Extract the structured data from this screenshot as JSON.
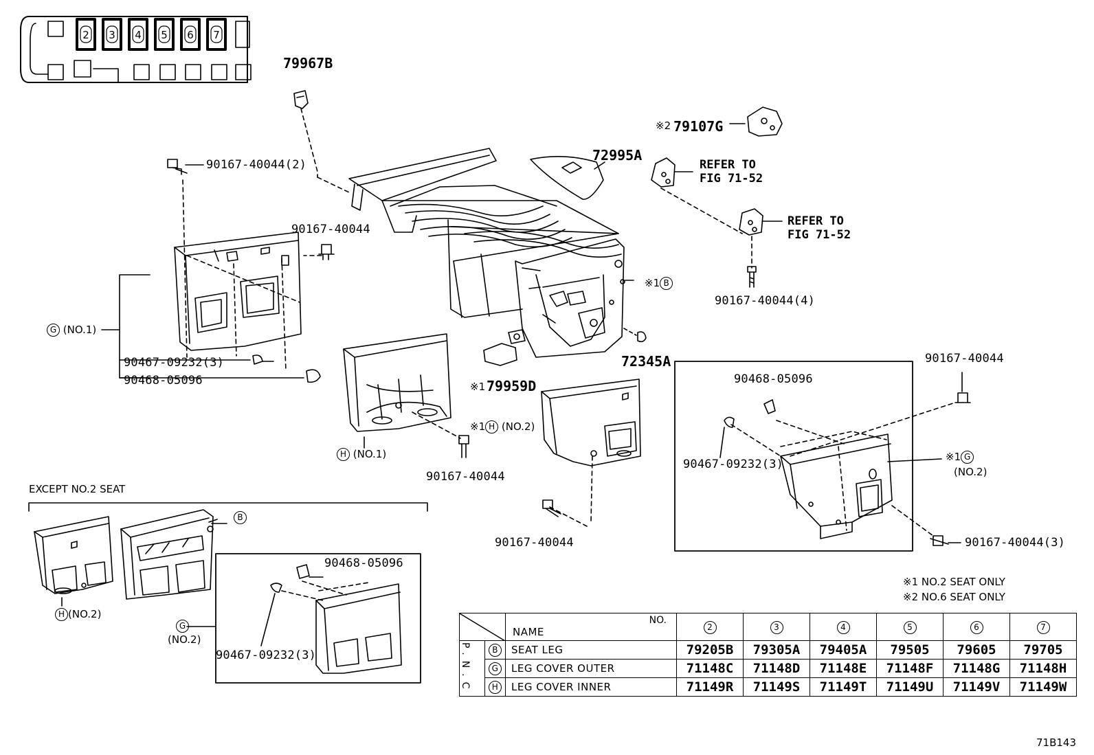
{
  "labels": {
    "p79967B": "79967B",
    "p79107G_mark": "※2",
    "p79107G": "79107G",
    "p72995A": "72995A",
    "refer1": "REFER TO\nFIG 71-52",
    "refer2": "REFER TO\nFIG 71-52",
    "b1": "90167-40044(2)",
    "b2": "90167-40044",
    "b3": "90167-40044(4)",
    "b4": "90167-40044",
    "b5": "90167-40044",
    "b6": "90167-40044(3)",
    "b7": "90167-40044",
    "gno1": "(NO.1)",
    "c1": "90467-09232(3)",
    "c2": "90468-05096",
    "note1b_mark": "※1",
    "p72345A": "72345A",
    "p79959D_mark": "※1",
    "p79959D": "79959D",
    "hno1": "(NO.1)",
    "hno2_mark": "※1",
    "hno2": "(NO.2)",
    "box_c2": "90468-05096",
    "box_c1": "90467-09232(3)",
    "gno2_mark": "※1",
    "gno2": "(NO.2)",
    "except": "EXCEPT NO.2 SEAT",
    "ex_hno2": "(NO.2)",
    "ex_gno2": "(NO.2)",
    "ex_c2": "90468-05096",
    "ex_c1": "90467-09232(3)",
    "note_s1": "※1 NO.2 SEAT ONLY",
    "note_s2": "※2 NO.6 SEAT ONLY",
    "fig_id": "71B143"
  },
  "symbols": {
    "B": "B",
    "G": "G",
    "H": "H"
  },
  "seat_map": [
    "2",
    "3",
    "4",
    "5",
    "6",
    "7"
  ],
  "table": {
    "name_header": "NAME",
    "no_header": "NO.",
    "pnc_label": "P.N.C",
    "seat_numbers": [
      "2",
      "3",
      "4",
      "5",
      "6",
      "7"
    ],
    "rows": [
      {
        "symbol": "B",
        "name": "SEAT  LEG",
        "values": [
          "79205B",
          "79305A",
          "79405A",
          "79505",
          "79605",
          "79705"
        ]
      },
      {
        "symbol": "G",
        "name": "LEG COVER OUTER",
        "values": [
          "71148C",
          "71148D",
          "71148E",
          "71148F",
          "71148G",
          "71148H"
        ]
      },
      {
        "symbol": "H",
        "name": "LEG COVER INNER",
        "values": [
          "71149R",
          "71149S",
          "71149T",
          "71149U",
          "71149V",
          "71149W"
        ]
      }
    ]
  }
}
